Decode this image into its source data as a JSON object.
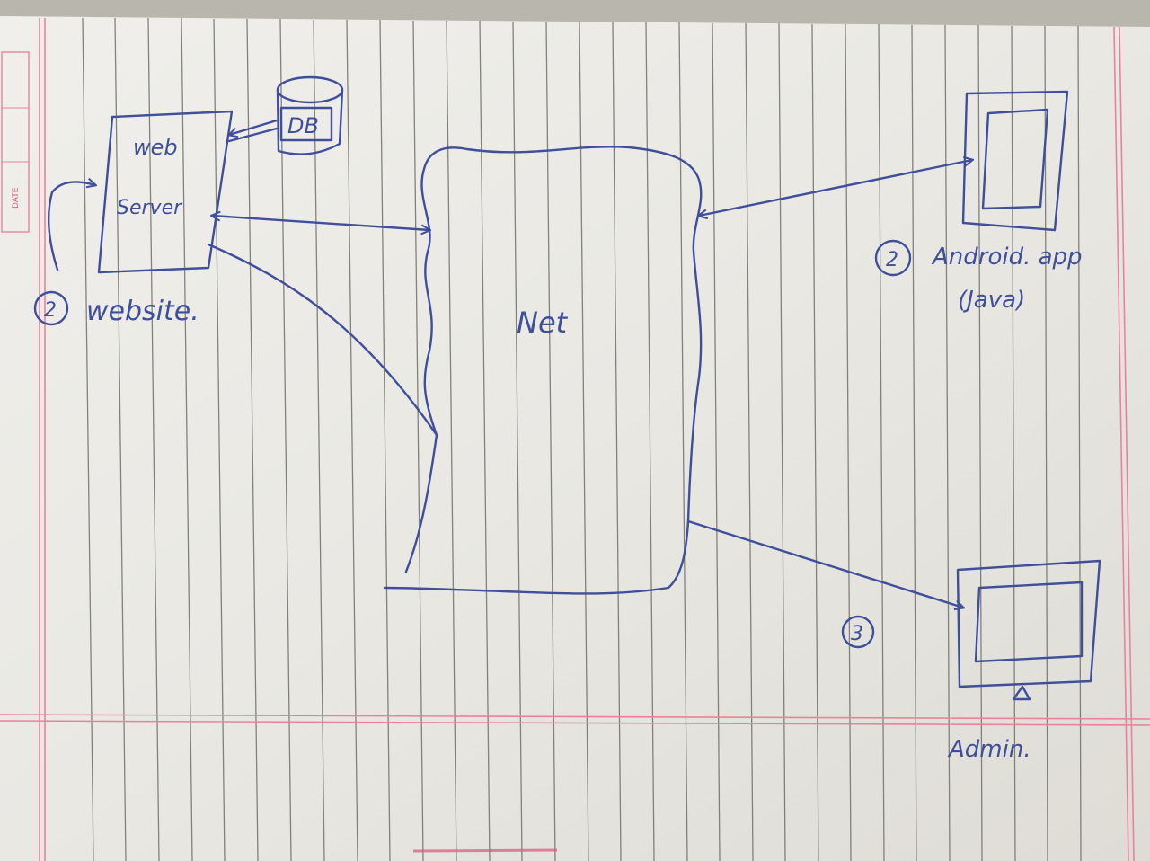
{
  "paper": {
    "margin_color": "#e8849a",
    "rule_color": "#6e6e6e",
    "ink_color": "#3f4f9a",
    "date_label": "DATE"
  },
  "diagram": {
    "web_server": {
      "line1": "web",
      "line2": "Server"
    },
    "db": {
      "label": "DB"
    },
    "website": {
      "number": "2",
      "label": "website."
    },
    "net": {
      "label": "Net"
    },
    "android": {
      "number": "2",
      "label": "Android. app",
      "sublabel": "(Java)"
    },
    "admin": {
      "number": "3",
      "label": "Admin."
    }
  }
}
